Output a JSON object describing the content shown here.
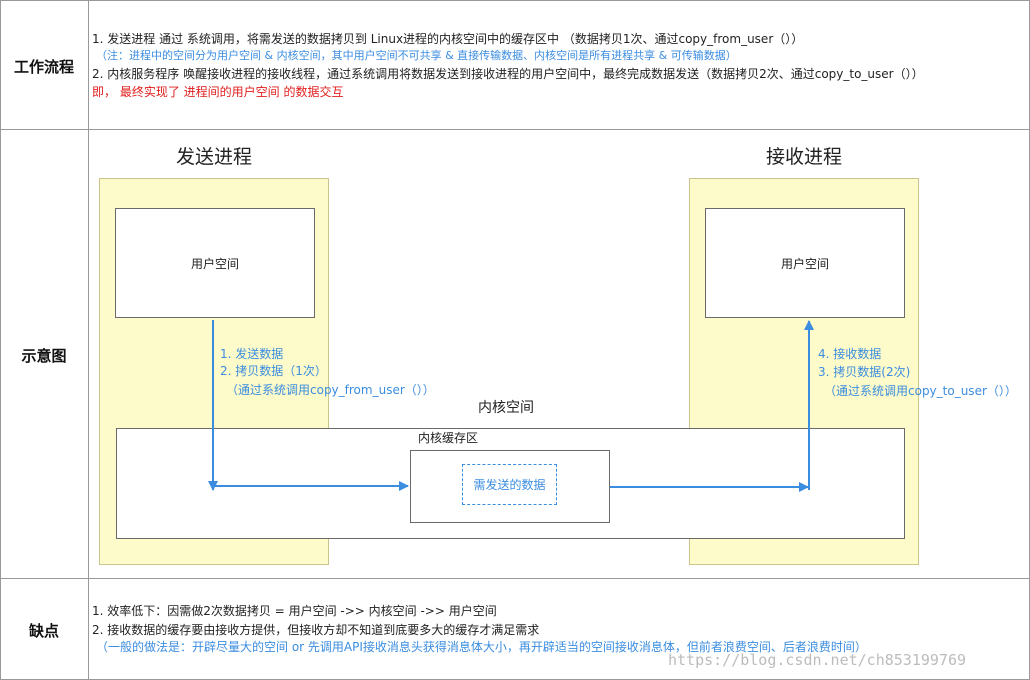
{
  "rows": {
    "workflow_label": "工作流程",
    "diagram_label": "示意图",
    "drawback_label": "缺点"
  },
  "workflow": {
    "line1": "1. 发送进程 通过 系统调用，将需发送的数据拷贝到 Linux进程的内核空间中的缓存区中 （数据拷贝1次、通过copy_from_user（））",
    "line2": "（注：进程中的空间分为用户空间 & 内核空间，其中用户空间不可共享 & 直接传输数据、内核空间是所有进程共享 & 可传输数据）",
    "line3": "2. 内核服务程序 唤醒接收进程的接收线程，通过系统调用将数据发送到接收进程的用户空间中，最终完成数据发送（数据拷贝2次、通过copy_to_user（））",
    "line4": "即， 最终实现了 进程间的用户空间 的数据交互"
  },
  "diagram": {
    "send_title": "发送进程",
    "recv_title": "接收进程",
    "send_user_space": "用户空间",
    "recv_user_space": "用户空间",
    "kernel_space": "内核空间",
    "kernel_buffer": "内核缓存区",
    "data_to_send": "需发送的数据",
    "send_steps": [
      "1. 发送数据",
      "2. 拷贝数据（1次）",
      "（通过系统调用copy_from_user（））"
    ],
    "recv_steps": [
      "4. 接收数据",
      "3. 拷贝数据(2次)",
      "（通过系统调用copy_to_user（））"
    ],
    "colors": {
      "arrow": "#3b8de0",
      "process_bg": "#fdfbc9",
      "emphasis": "#e11d1d"
    }
  },
  "drawbacks": {
    "line1": "1.  效率低下：因需做2次数据拷贝 = 用户空间 ->> 内核空间 ->> 用户空间",
    "line2": "2. 接收数据的缓存要由接收方提供，但接收方却不知道到底要多大的缓存才满足需求",
    "line3": "（一般的做法是：开辟尽量大的空间 or 先调用API接收消息头获得消息体大小，再开辟适当的空间接收消息体，但前者浪费空间、后者浪费时间）"
  },
  "watermark": "https://blog.csdn.net/ch853199769"
}
